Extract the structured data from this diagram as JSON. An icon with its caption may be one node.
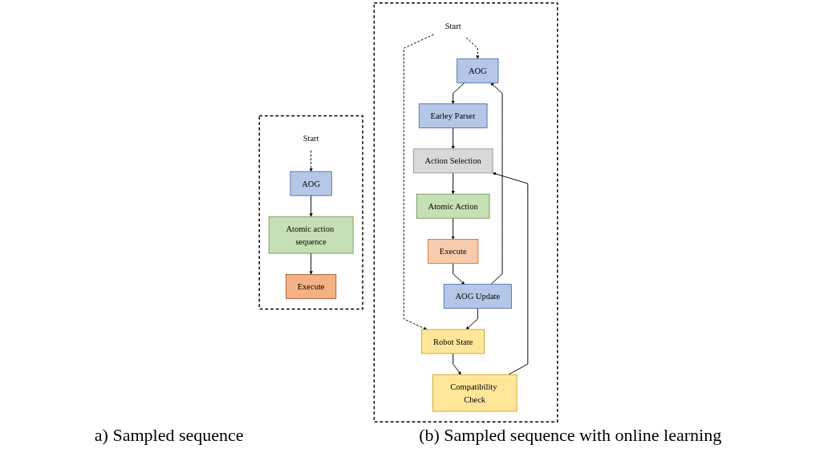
{
  "diagram": {
    "nodes": [
      {
        "text": [],
        "shape": "box"
      },
      {
        "text": [
          "Start"
        ],
        "in": 0
      },
      {
        "text": [
          "AOG"
        ],
        "in": 0
      },
      {
        "text": [
          "Atomic action sequence"
        ],
        "in": 0
      },
      {
        "text": [
          "Execute"
        ],
        "in": 0
      },
      {
        "text": [],
        "shape": "box"
      },
      {
        "text": [
          "Start"
        ],
        "in": 5
      },
      {
        "text": [
          "AOG"
        ],
        "in": 5
      },
      {
        "text": [
          "Robot State"
        ],
        "in": 5
      },
      {
        "text": [
          "Earley Parser"
        ],
        "in": 5
      },
      {
        "text": [
          "Compatibility Check"
        ],
        "in": 5
      },
      {
        "text": [
          "AOG Update"
        ],
        "in": 5
      },
      {
        "text": [
          "Action Selection"
        ],
        "in": 5
      },
      {
        "text": [
          "Atomic Action"
        ],
        "in": 5
      },
      {
        "text": [
          "Execute"
        ],
        "in": 5
      }
    ],
    "edges": [
      {
        "from": 1,
        "to": 2,
        "arrow": "to",
        "style": "dashed"
      },
      {
        "from": 2,
        "to": 3,
        "arrow": "to"
      },
      {
        "from": 3,
        "to": 4,
        "arrow": "to"
      },
      {
        "from": 6,
        "to": 7,
        "arrow": "to",
        "style": "dashed"
      },
      {
        "from": 6,
        "to": 8,
        "arrow": "to",
        "style": "dashed"
      },
      {
        "from": 7,
        "to": 9,
        "arrow": "to"
      },
      {
        "from": 8,
        "to": 10,
        "arrow": "to"
      },
      {
        "from": 9,
        "to": 12,
        "arrow": "to"
      },
      {
        "from": 10,
        "to": 12,
        "arrow": "to"
      },
      {
        "from": 12,
        "to": 13,
        "arrow": "to"
      },
      {
        "from": 13,
        "to": 14,
        "arrow": "to"
      },
      {
        "from": 14,
        "to": 11,
        "arrow": "to"
      },
      {
        "from": 11,
        "to": 7,
        "arrow": "to"
      },
      {
        "from": 11,
        "to": 8,
        "arrow": "to"
      }
    ],
    "labels": [
      "a) Sampled sequence",
      "(b) Sampled sequence with online learning"
    ]
  }
}
